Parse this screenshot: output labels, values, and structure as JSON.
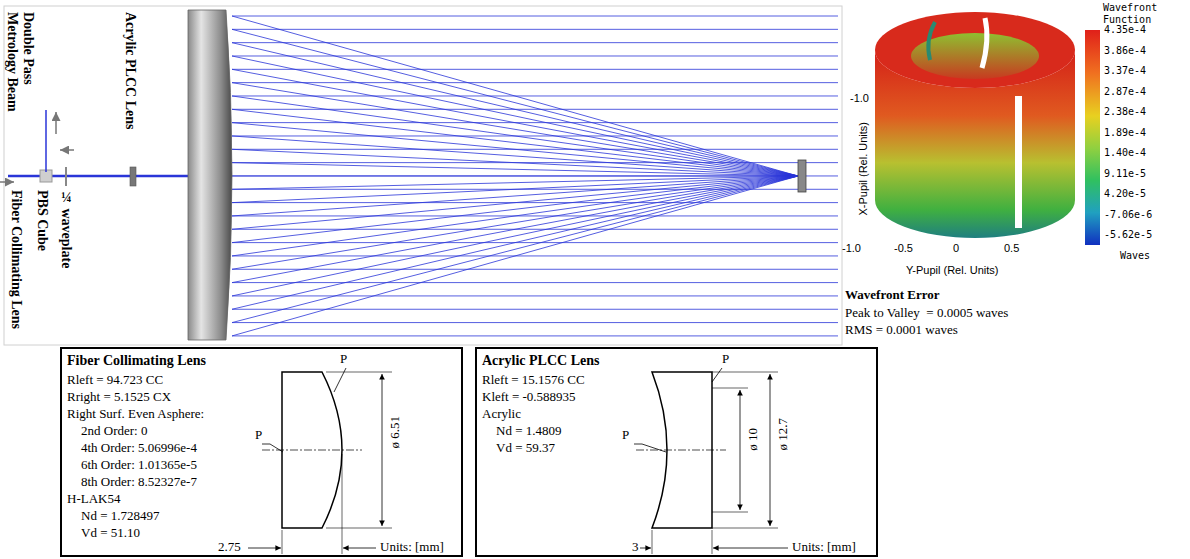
{
  "diagram": {
    "nodes": [
      {
        "text": [
          "Fiber Collimating Lens",
          "Rleft = 94.723 CC",
          "Rright = 5.1525 CX",
          "Right Surf. Even Asphere:",
          "2nd Order: 0",
          "4th Order: 5.06996e-4",
          "6th Order: 1.01365e-5",
          "8th Order: 8.52327e-7",
          "H-LAK54",
          "Nd = 1.728497",
          "Vd = 51.10"
        ]
      },
      {
        "text": [
          "Acrylic PLCC Lens",
          "Rleft = 15.1576 CC",
          "Kleft = -0.588935",
          "Acrylic",
          "Nd = 1.4809",
          "Vd = 59.37"
        ]
      }
    ],
    "labels": [
      "Double Pass Metrology Beam",
      "Fiber Collimating Lens",
      "PBS Cube",
      "¼ waveplate",
      "Acrylic PLCC Lens",
      "Wavefront Function",
      "4.35e-4",
      "3.86e-4",
      "3.37e-4",
      "2.87e-4",
      "2.38e-4",
      "1.89e-4",
      "1.40e-4",
      "9.11e-5",
      "4.20e-5",
      "-7.06e-6",
      "-5.62e-5",
      "Waves",
      "X-Pupil (Rel. Units)",
      "-1.0",
      "Y-Pupil (Rel. Units)",
      "-1.0",
      "-0.5",
      "0",
      "0.5",
      "Wavefront Error",
      "Peak to Valley  = 0.0005 waves",
      "RMS = 0.0001 waves",
      "P",
      "P",
      "ø 6.51",
      "2.75",
      "Units: [mm]",
      "P",
      "P",
      "ø 10",
      "ø 12.7",
      "3",
      "Units: [mm]"
    ]
  }
}
